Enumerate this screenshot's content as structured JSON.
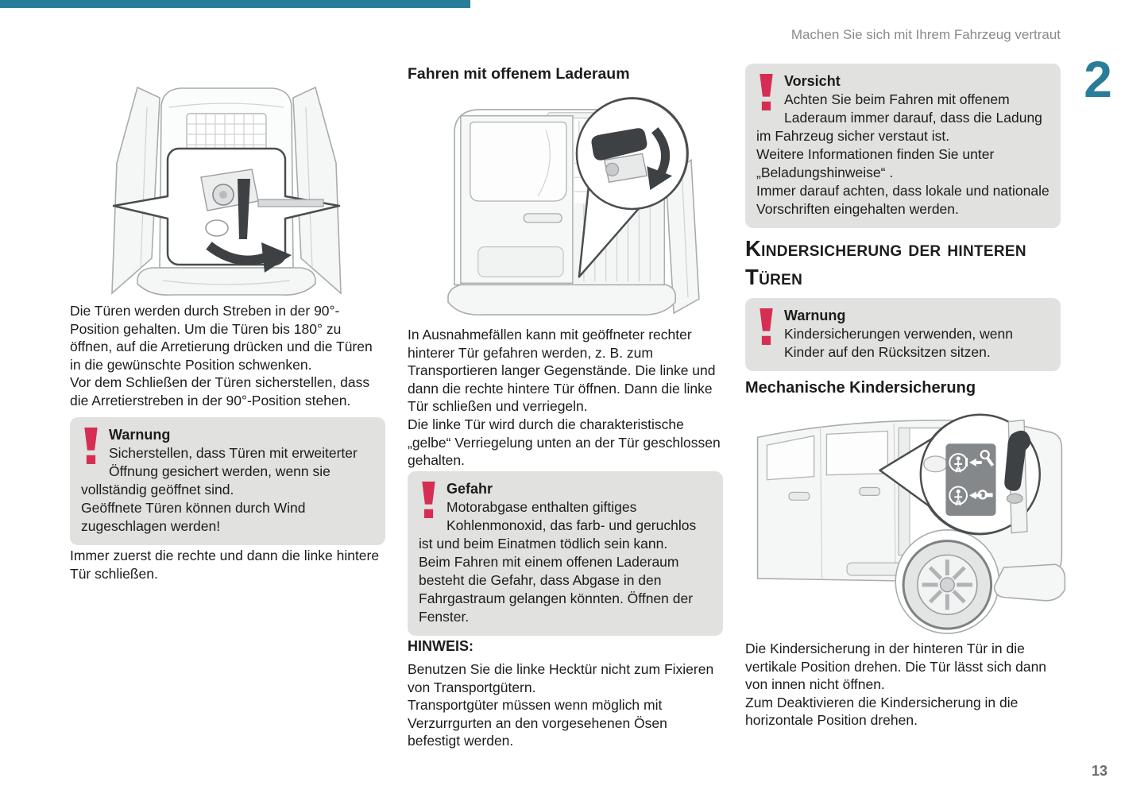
{
  "page": {
    "header": "Machen Sie sich mit Ihrem Fahrzeug vertraut",
    "chapter_number": "2",
    "page_number": "13"
  },
  "colors": {
    "accent_teal": "#2a7d99",
    "alert_red": "#d52e52",
    "box_background": "#e1e1df",
    "header_gray": "#8a8a8a"
  },
  "left_column": {
    "paragraph1": "Die Türen werden durch Streben in der 90°-Position gehalten. Um die Türen bis 180° zu öffnen, auf die Arretierung drücken und die Türen in die gewünschte Position schwenken.\nVor dem Schließen der Türen sicherstellen, dass die Arretierstreben in der 90°-Position stehen.",
    "warning_box": {
      "title": "Warnung",
      "body": "Sicherstellen, dass Türen mit erweiterter Öffnung gesichert werden, wenn sie vollständig geöffnet sind.\nGeöffnete Türen können durch Wind zugeschlagen werden!"
    },
    "paragraph2": "Immer zuerst die rechte und dann die linke hintere Tür schließen."
  },
  "middle_column": {
    "heading": "Fahren mit offenem Laderaum",
    "paragraph1": "In Ausnahmefällen kann mit geöffneter rechter hinterer Tür gefahren werden, z. B. zum Transportieren langer Gegenstände. Die linke und dann die rechte hintere Tür öffnen. Dann die linke Tür schließen und verriegeln.\nDie linke Tür wird durch die charakteristische „gelbe“ Verriegelung unten an der Tür geschlossen gehalten.",
    "danger_box": {
      "title": "Gefahr",
      "body": "Motorabgase enthalten giftiges Kohlenmonoxid, das farb- und geruchlos ist und beim Einatmen tödlich sein kann.\nBeim Fahren mit einem offenen Laderaum besteht die Gefahr, dass Abgase in den Fahrgastraum gelangen könnten. Öffnen der Fenster."
    },
    "note_label": "HINWEIS:",
    "note_body": "Benutzen Sie die linke Hecktür nicht zum Fixieren von Transportgütern.\nTransportgüter müssen wenn möglich mit Verzurrgurten an den vorgesehenen Ösen befestigt werden."
  },
  "right_column": {
    "caution_box": {
      "title": "Vorsicht",
      "body": "Achten Sie beim Fahren mit offenem Laderaum immer darauf, dass die Ladung im Fahrzeug sicher verstaut ist.\nWeitere Informationen finden Sie unter „Beladungshinweise“ .\nImmer darauf achten, dass lokale und nationale Vorschriften eingehalten werden."
    },
    "section_heading": "Kindersicherung der hinteren Türen",
    "warning_box": {
      "title": "Warnung",
      "body": "Kindersicherungen verwenden, wenn Kinder auf den Rücksitzen sitzen."
    },
    "subheading": "Mechanische Kindersicherung",
    "paragraph": "Die Kindersicherung in der hinteren Tür in die vertikale Position drehen. Die Tür lässt sich dann von innen nicht öffnen.\nZum Deaktivieren die Kindersicherung in die horizontale Position drehen."
  }
}
